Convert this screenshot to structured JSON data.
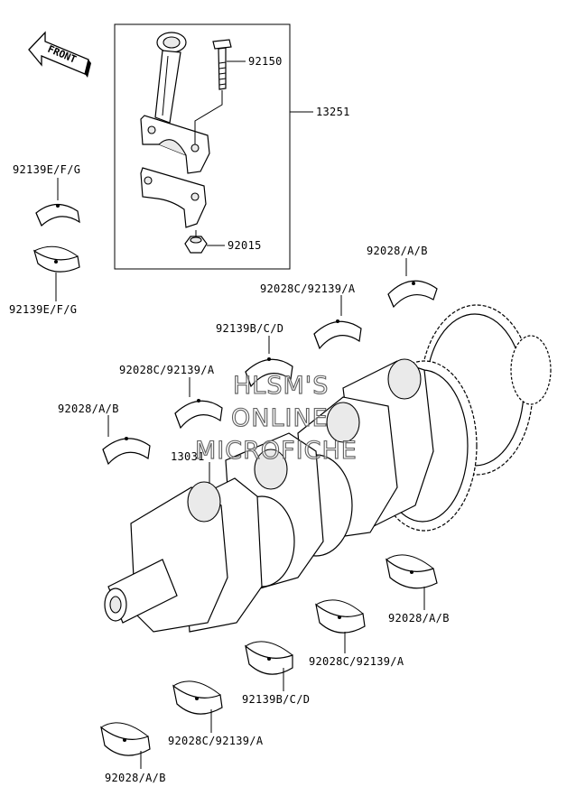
{
  "labels": {
    "p92150": "92150",
    "p13251": "13251",
    "p92015": "92015",
    "p92139efg_top": "92139E/F/G",
    "p92139efg_bottom": "92139E/F/G",
    "p92028ab_1": "92028/A/B",
    "p92028c_1": "92028C/92139/A",
    "p92139bcd_1": "92139B/C/D",
    "p92028c_2": "92028C/92139/A",
    "p92028ab_2": "92028/A/B",
    "p13031": "13031",
    "p92028ab_3": "92028/A/B",
    "p92028c_3": "92028C/92139/A",
    "p92139bcd_2": "92139B/C/D",
    "p92028c_4": "92028C/92139/A",
    "p92028ab_4": "92028/A/B"
  },
  "front_indicator": {
    "text": "FRONT"
  },
  "watermark": {
    "line1": "HLSM'S",
    "line2": "ONLINE",
    "line3": "MICROFICHE"
  },
  "colors": {
    "line": "#000000",
    "background": "#ffffff",
    "watermark_stroke": "#5e5e5e"
  }
}
